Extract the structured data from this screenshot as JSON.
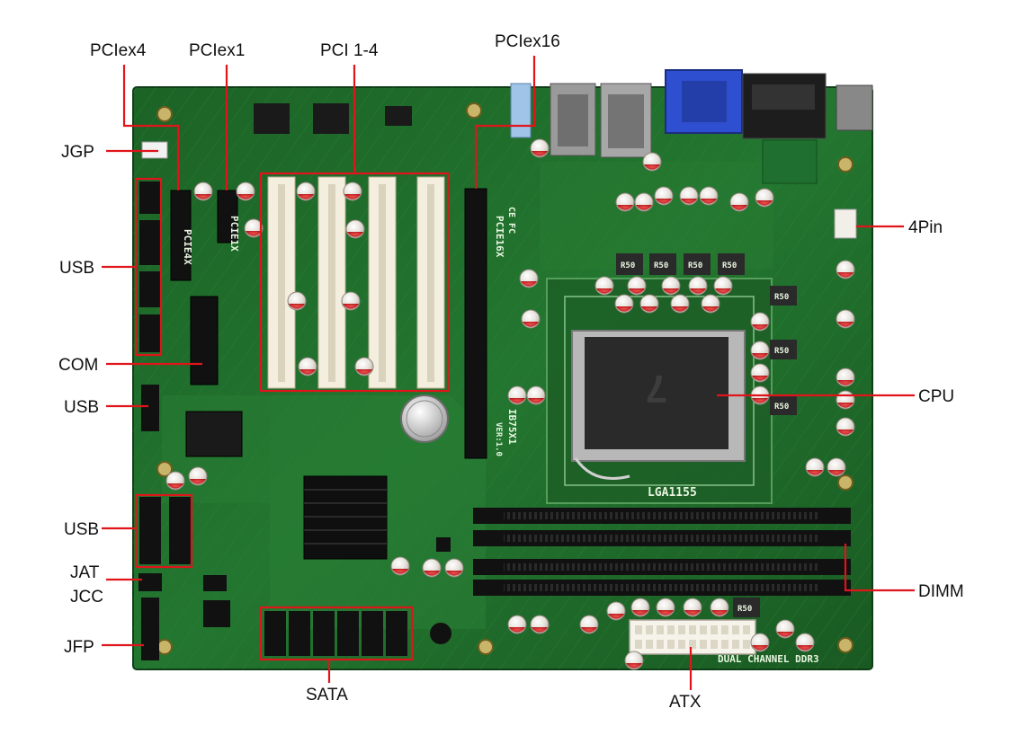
{
  "labels": {
    "pciex4": "PCIex4",
    "pciex1": "PCIex1",
    "pci14": "PCI 1-4",
    "pciex16": "PCIex16",
    "jgp": "JGP",
    "usb_top": "USB",
    "com": "COM",
    "usb_mid": "USB",
    "usb_bottom": "USB",
    "jat": "JAT",
    "jcc": "JCC",
    "jfp": "JFP",
    "sata": "SATA",
    "atx": "ATX",
    "four_pin": "4Pin",
    "cpu": "CPU",
    "dimm": "DIMM"
  },
  "board_markings": {
    "pcie4x": "PCIE4X",
    "pcie1x": "PCIE1X",
    "pcie16x": "PCIE16X",
    "model": "IB75X1",
    "version": "VER:1.0",
    "socket": "LGA1155",
    "ddr": "DUAL  CHANNEL  DDR3",
    "r50": "R50",
    "ce_fc": "CE FC"
  },
  "colors": {
    "pcb": "#1f6b2a",
    "pcb_dark": "#154d1d",
    "trace": "#2d8a3a",
    "callout": "#e0141b",
    "slot_white": "#f3eede",
    "slot_black": "#111111",
    "vga_blue": "#2f4fd1"
  }
}
